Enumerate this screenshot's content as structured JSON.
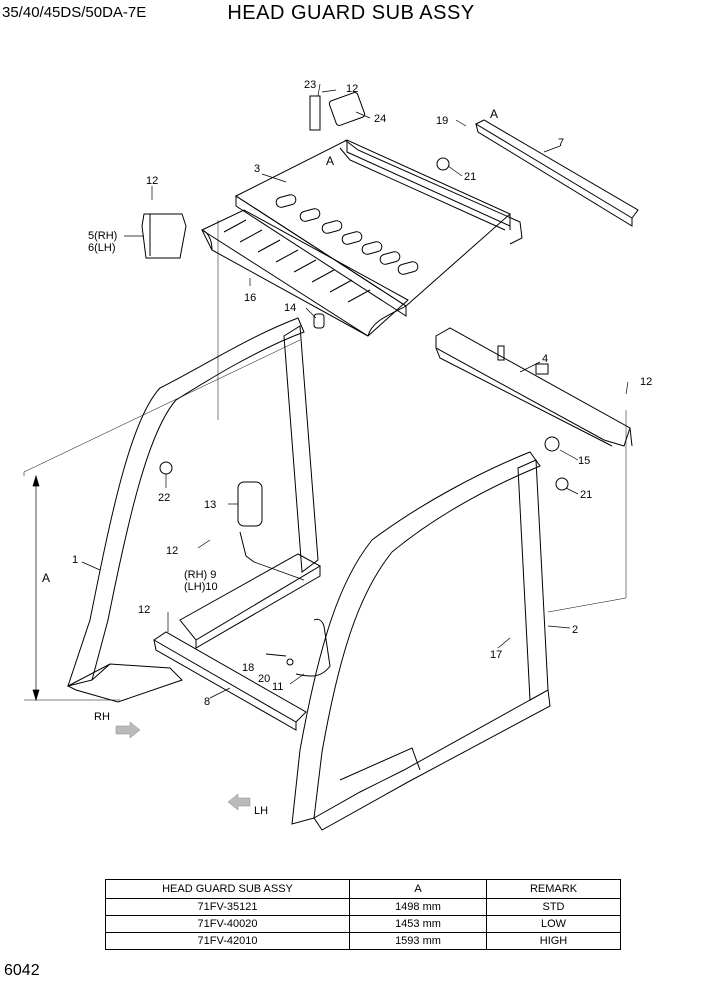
{
  "header": {
    "model": "35/40/45DS/50DA-7E",
    "title": "HEAD GUARD SUB ASSY"
  },
  "callouts": {
    "p1": "1",
    "p2": "2",
    "p3": "3",
    "p4": "4",
    "p5": "5(RH)",
    "p6": "6(LH)",
    "p7": "7",
    "p8": "8",
    "p9": "(RH) 9",
    "p10": "(LH)10",
    "p11": "11",
    "p12": "12",
    "p13": "13",
    "p14": "14",
    "p15": "15",
    "p16": "16",
    "p17": "17",
    "p18": "18",
    "p19": "19",
    "p20": "20",
    "p21": "21",
    "p22": "22",
    "p23": "23",
    "p24": "24",
    "dimA": "A",
    "refA": "A"
  },
  "arrows": {
    "rh": "RH",
    "lh": "LH"
  },
  "table": {
    "headers": [
      "HEAD GUARD SUB ASSY",
      "A",
      "REMARK"
    ],
    "rows": [
      [
        "71FV-35121",
        "1498 mm",
        "STD"
      ],
      [
        "71FV-40020",
        "1453 mm",
        "LOW"
      ],
      [
        "71FV-42010",
        "1593 mm",
        "HIGH"
      ]
    ]
  },
  "footer": {
    "page": "6042"
  }
}
